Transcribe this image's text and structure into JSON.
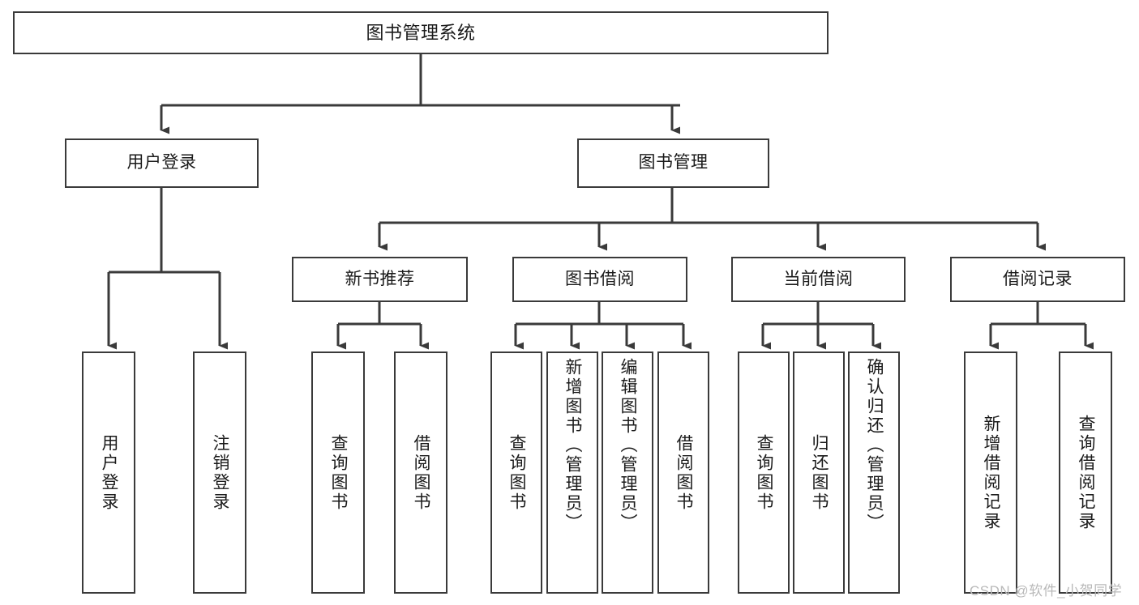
{
  "diagram": {
    "title": "图书管理系统",
    "type": "tree-hierarchy",
    "levels": {
      "root": {
        "label": "图书管理系统"
      },
      "level2": [
        {
          "id": "user-login",
          "label": "用户登录"
        },
        {
          "id": "book-manage",
          "label": "图书管理"
        }
      ],
      "level3": [
        {
          "id": "new-book-recommend",
          "label": "新书推荐"
        },
        {
          "id": "book-borrow",
          "label": "图书借阅"
        },
        {
          "id": "current-borrow",
          "label": "当前借阅"
        },
        {
          "id": "borrow-record",
          "label": "借阅记录"
        }
      ],
      "level4": {
        "user-login": [
          {
            "id": "leaf-user-login",
            "label": "用户登录"
          },
          {
            "id": "leaf-logout",
            "label": "注销登录"
          }
        ],
        "new-book-recommend": [
          {
            "id": "leaf-query-book-1",
            "label": "查询图书"
          },
          {
            "id": "leaf-borrow-book-1",
            "label": "借阅图书"
          }
        ],
        "book-borrow": [
          {
            "id": "leaf-query-book-2",
            "label": "查询图书"
          },
          {
            "id": "leaf-add-book",
            "label": "新增图书（管理员）"
          },
          {
            "id": "leaf-edit-book",
            "label": "编辑图书（管理员）"
          },
          {
            "id": "leaf-borrow-book-2",
            "label": "借阅图书"
          }
        ],
        "current-borrow": [
          {
            "id": "leaf-query-book-3",
            "label": "查询图书"
          },
          {
            "id": "leaf-return-book",
            "label": "归还图书"
          },
          {
            "id": "leaf-confirm-return",
            "label": "确认归还（管理员）"
          }
        ],
        "borrow-record": [
          {
            "id": "leaf-add-record",
            "label": "新增借阅记录"
          },
          {
            "id": "leaf-query-record",
            "label": "查询借阅记录"
          }
        ]
      }
    },
    "watermark": "CSDN @软件_小贺同学",
    "colors": {
      "stroke": "#3a3a3a",
      "fill": "#ffffff",
      "text": "#1a1a1a",
      "watermark": "#b9b9b9"
    }
  }
}
